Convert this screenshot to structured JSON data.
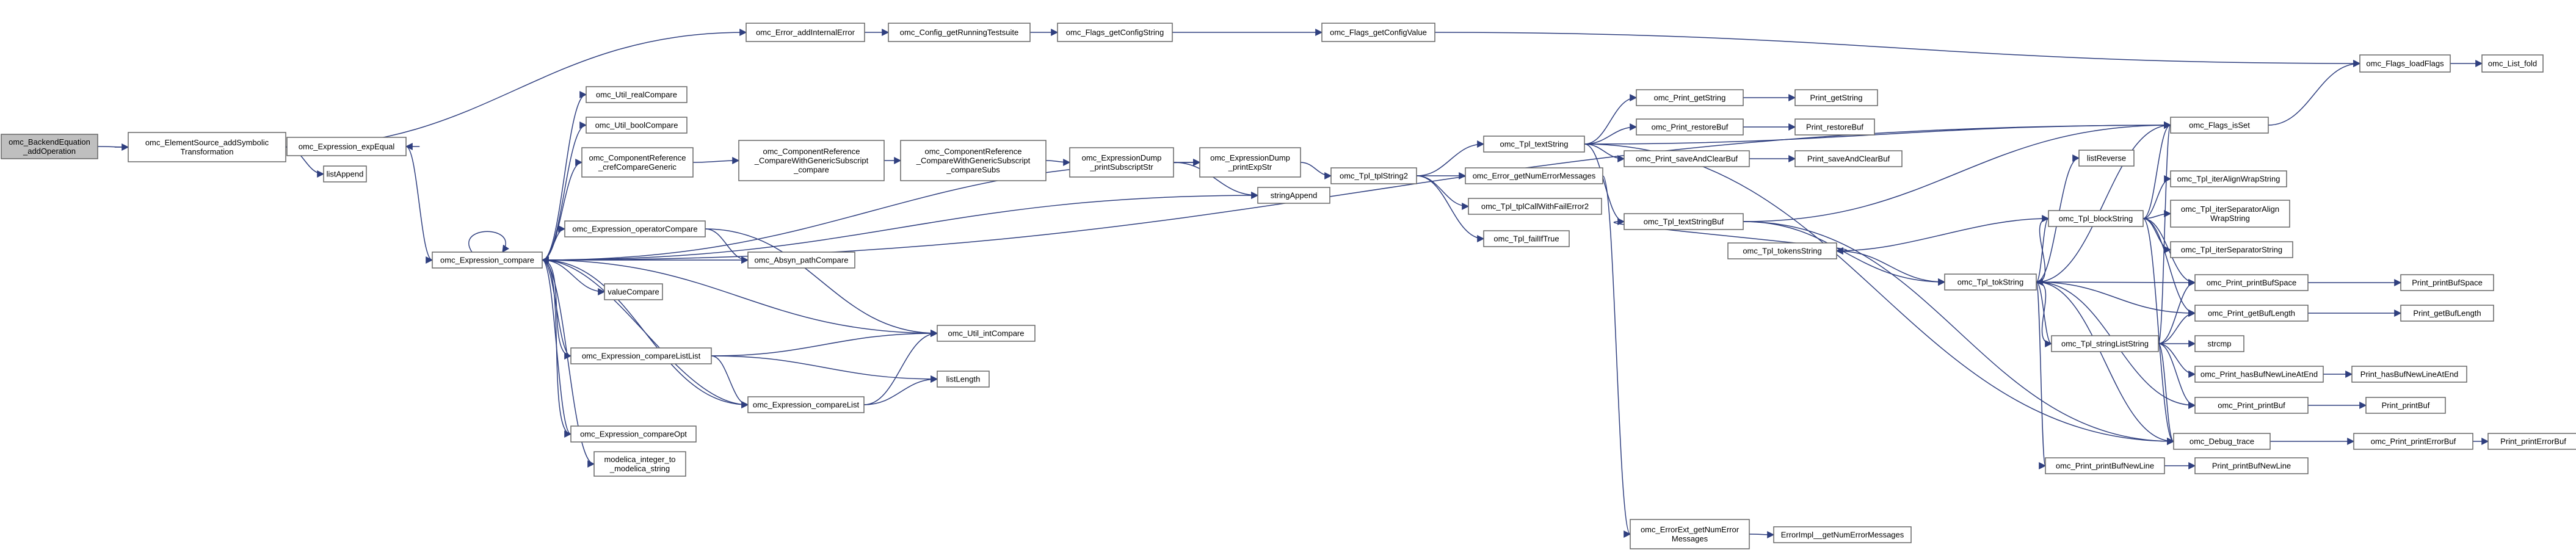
{
  "graph": {
    "nodes": [
      {
        "id": "root",
        "lines": [
          "omc_BackendEquation",
          "_addOperation"
        ],
        "root": true
      },
      {
        "id": "esAdd",
        "lines": [
          "omc_ElementSource_addSymbolic",
          "Transformation"
        ]
      },
      {
        "id": "expEqual",
        "lines": [
          "omc_Expression_expEqual"
        ]
      },
      {
        "id": "listAppend",
        "lines": [
          "listAppend"
        ]
      },
      {
        "id": "expCompare",
        "lines": [
          "omc_Expression_compare"
        ]
      },
      {
        "id": "errAddInternal",
        "lines": [
          "omc_Error_addInternalError"
        ]
      },
      {
        "id": "cfgRunning",
        "lines": [
          "omc_Config_getRunningTestsuite"
        ]
      },
      {
        "id": "flagsGetConfigString",
        "lines": [
          "omc_Flags_getConfigString"
        ]
      },
      {
        "id": "flagsGetConfigValue",
        "lines": [
          "omc_Flags_getConfigValue"
        ]
      },
      {
        "id": "flagsLoad",
        "lines": [
          "omc_Flags_loadFlags"
        ]
      },
      {
        "id": "listFold",
        "lines": [
          "omc_List_fold"
        ]
      },
      {
        "id": "flagsIsSet",
        "lines": [
          "omc_Flags_isSet"
        ]
      },
      {
        "id": "utilReal",
        "lines": [
          "omc_Util_realCompare"
        ]
      },
      {
        "id": "utilBool",
        "lines": [
          "omc_Util_boolCompare"
        ]
      },
      {
        "id": "crefCmp",
        "lines": [
          "omc_ComponentReference",
          "_crefCompareGeneric"
        ]
      },
      {
        "id": "crefCmpSubs",
        "lines": [
          "omc_ComponentReference",
          "_CompareWithGenericSubscript",
          "_compare"
        ]
      },
      {
        "id": "crefCmpSubs2",
        "lines": [
          "omc_ComponentReference",
          "_CompareWithGenericSubscript",
          "_compareSubs"
        ]
      },
      {
        "id": "expDumpSub",
        "lines": [
          "omc_ExpressionDump",
          "_printSubscriptStr"
        ]
      },
      {
        "id": "expDumpExp",
        "lines": [
          "omc_ExpressionDump",
          "_printExpStr"
        ]
      },
      {
        "id": "stringAppend",
        "lines": [
          "stringAppend"
        ]
      },
      {
        "id": "tplString2",
        "lines": [
          "omc_Tpl_tplString2"
        ]
      },
      {
        "id": "tplTextString",
        "lines": [
          "omc_Tpl_textString"
        ]
      },
      {
        "id": "errGetNum",
        "lines": [
          "omc_Error_getNumErrorMessages"
        ]
      },
      {
        "id": "tplCallFail",
        "lines": [
          "omc_Tpl_tplCallWithFailError2"
        ]
      },
      {
        "id": "tplFailIfTrue",
        "lines": [
          "omc_Tpl_failIfTrue"
        ]
      },
      {
        "id": "printGetString",
        "lines": [
          "omc_Print_getString"
        ]
      },
      {
        "id": "PrintGetString",
        "lines": [
          "Print_getString"
        ]
      },
      {
        "id": "printRestore",
        "lines": [
          "omc_Print_restoreBuf"
        ]
      },
      {
        "id": "PrintRestore",
        "lines": [
          "Print_restoreBuf"
        ]
      },
      {
        "id": "printSaveClear",
        "lines": [
          "omc_Print_saveAndClearBuf"
        ]
      },
      {
        "id": "PrintSaveClear",
        "lines": [
          "Print_saveAndClearBuf"
        ]
      },
      {
        "id": "tplTextStringBuf",
        "lines": [
          "omc_Tpl_textStringBuf"
        ]
      },
      {
        "id": "listReverse",
        "lines": [
          "listReverse"
        ]
      },
      {
        "id": "tplTokensString",
        "lines": [
          "omc_Tpl_tokensString"
        ]
      },
      {
        "id": "tplTokString",
        "lines": [
          "omc_Tpl_tokString"
        ]
      },
      {
        "id": "tplBlockString",
        "lines": [
          "omc_Tpl_blockString"
        ]
      },
      {
        "id": "tplIterAlign",
        "lines": [
          "omc_Tpl_iterAlignWrapString"
        ]
      },
      {
        "id": "tplIterSepAlign",
        "lines": [
          "omc_Tpl_iterSeparatorAlign",
          "WrapString"
        ]
      },
      {
        "id": "tplIterSep",
        "lines": [
          "omc_Tpl_iterSeparatorString"
        ]
      },
      {
        "id": "printBufSpace",
        "lines": [
          "omc_Print_printBufSpace"
        ]
      },
      {
        "id": "PrintBufSpace",
        "lines": [
          "Print_printBufSpace"
        ]
      },
      {
        "id": "printGetBufLen",
        "lines": [
          "omc_Print_getBufLength"
        ]
      },
      {
        "id": "PrintGetBufLen",
        "lines": [
          "Print_getBufLength"
        ]
      },
      {
        "id": "tplStrListString",
        "lines": [
          "omc_Tpl_stringListString"
        ]
      },
      {
        "id": "strcmp",
        "lines": [
          "strcmp"
        ]
      },
      {
        "id": "printHasNewLine",
        "lines": [
          "omc_Print_hasBufNewLineAtEnd"
        ]
      },
      {
        "id": "PrintHasNewLine",
        "lines": [
          "Print_hasBufNewLineAtEnd"
        ]
      },
      {
        "id": "printPrintBuf",
        "lines": [
          "omc_Print_printBuf"
        ]
      },
      {
        "id": "PrintPrintBuf",
        "lines": [
          "Print_printBuf"
        ]
      },
      {
        "id": "debugTrace",
        "lines": [
          "omc_Debug_trace"
        ]
      },
      {
        "id": "printPrintErrorBuf",
        "lines": [
          "omc_Print_printErrorBuf"
        ]
      },
      {
        "id": "PrintPrintErrorBuf",
        "lines": [
          "Print_printErrorBuf"
        ]
      },
      {
        "id": "printBufNewLine",
        "lines": [
          "omc_Print_printBufNewLine"
        ]
      },
      {
        "id": "PrintBufNewLine",
        "lines": [
          "Print_printBufNewLine"
        ]
      },
      {
        "id": "errExtGetNum",
        "lines": [
          "omc_ErrorExt_getNumError",
          "Messages"
        ]
      },
      {
        "id": "errImplGetNum",
        "lines": [
          "ErrorImpl__getNumErrorMessages"
        ]
      },
      {
        "id": "expOpCompare",
        "lines": [
          "omc_Expression_operatorCompare"
        ]
      },
      {
        "id": "absynPath",
        "lines": [
          "omc_Absyn_pathCompare"
        ]
      },
      {
        "id": "valueCompare",
        "lines": [
          "valueCompare"
        ]
      },
      {
        "id": "utilInt",
        "lines": [
          "omc_Util_intCompare"
        ]
      },
      {
        "id": "expCmpListList",
        "lines": [
          "omc_Expression_compareListList"
        ]
      },
      {
        "id": "listLength",
        "lines": [
          "listLength"
        ]
      },
      {
        "id": "expCmpList",
        "lines": [
          "omc_Expression_compareList"
        ]
      },
      {
        "id": "expCmpOpt",
        "lines": [
          "omc_Expression_compareOpt"
        ]
      },
      {
        "id": "modelicaInt",
        "lines": [
          "modelica_integer_to",
          "_modelica_string"
        ]
      }
    ],
    "edges": [
      [
        "root",
        "esAdd"
      ],
      [
        "esAdd",
        "expEqual"
      ],
      [
        "esAdd",
        "listAppend"
      ],
      [
        "esAdd",
        "errAddInternal"
      ],
      [
        "expEqual",
        "expCompare"
      ],
      [
        "expCompare",
        "expCompare"
      ],
      [
        "expCompare",
        "utilReal"
      ],
      [
        "expCompare",
        "utilBool"
      ],
      [
        "expCompare",
        "crefCmp"
      ],
      [
        "expCompare",
        "expDumpExp"
      ],
      [
        "expCompare",
        "stringAppend"
      ],
      [
        "expCompare",
        "expOpCompare"
      ],
      [
        "expCompare",
        "absynPath"
      ],
      [
        "expCompare",
        "valueCompare"
      ],
      [
        "expCompare",
        "utilInt"
      ],
      [
        "expCompare",
        "expCmpListList"
      ],
      [
        "expCompare",
        "expCmpList"
      ],
      [
        "expCompare",
        "expCmpOpt"
      ],
      [
        "expCompare",
        "modelicaInt"
      ],
      [
        "expCompare",
        "flagsIsSet"
      ],
      [
        "errAddInternal",
        "cfgRunning"
      ],
      [
        "cfgRunning",
        "flagsGetConfigString"
      ],
      [
        "flagsGetConfigString",
        "flagsGetConfigValue"
      ],
      [
        "flagsGetConfigValue",
        "flagsLoad"
      ],
      [
        "flagsLoad",
        "listFold"
      ],
      [
        "flagsIsSet",
        "flagsLoad"
      ],
      [
        "crefCmp",
        "crefCmpSubs"
      ],
      [
        "crefCmpSubs",
        "crefCmpSubs2"
      ],
      [
        "crefCmpSubs2",
        "expDumpSub"
      ],
      [
        "expDumpSub",
        "expDumpExp"
      ],
      [
        "expDumpSub",
        "stringAppend"
      ],
      [
        "expDumpExp",
        "tplString2"
      ],
      [
        "tplString2",
        "tplTextString"
      ],
      [
        "tplString2",
        "errGetNum"
      ],
      [
        "tplString2",
        "tplCallFail"
      ],
      [
        "tplString2",
        "tplFailIfTrue"
      ],
      [
        "tplTextString",
        "printGetString"
      ],
      [
        "tplTextString",
        "printRestore"
      ],
      [
        "tplTextString",
        "printSaveClear"
      ],
      [
        "tplTextString",
        "tplTextStringBuf"
      ],
      [
        "tplTextString",
        "flagsIsSet"
      ],
      [
        "tplTextString",
        "debugTrace"
      ],
      [
        "printGetString",
        "PrintGetString"
      ],
      [
        "printRestore",
        "PrintRestore"
      ],
      [
        "printSaveClear",
        "PrintSaveClear"
      ],
      [
        "errGetNum",
        "errExtGetNum"
      ],
      [
        "errExtGetNum",
        "errImplGetNum"
      ],
      [
        "tplTextStringBuf",
        "tplTokensString"
      ],
      [
        "tplTextStringBuf",
        "flagsIsSet"
      ],
      [
        "tplTextStringBuf",
        "tplTokString"
      ],
      [
        "tplTextStringBuf",
        "debugTrace"
      ],
      [
        "tplTokensString",
        "tplTokString"
      ],
      [
        "tplTokString",
        "listReverse"
      ],
      [
        "tplTokString",
        "tplBlockString"
      ],
      [
        "tplTokString",
        "flagsIsSet"
      ],
      [
        "tplTokString",
        "tplStrListString"
      ],
      [
        "tplTokString",
        "printBufSpace"
      ],
      [
        "tplTokString",
        "printGetBufLen"
      ],
      [
        "tplTokString",
        "printPrintBuf"
      ],
      [
        "tplTokString",
        "debugTrace"
      ],
      [
        "tplTokString",
        "printBufNewLine"
      ],
      [
        "tplBlockString",
        "tplIterAlign"
      ],
      [
        "tplBlockString",
        "tplIterSepAlign"
      ],
      [
        "tplBlockString",
        "tplIterSep"
      ],
      [
        "tplBlockString",
        "tplTokString"
      ],
      [
        "tplBlockString",
        "printBufSpace"
      ],
      [
        "tplBlockString",
        "printGetBufLen"
      ],
      [
        "tplBlockString",
        "flagsIsSet"
      ],
      [
        "tplBlockString",
        "tplTokensString"
      ],
      [
        "tplBlockString",
        "debugTrace"
      ],
      [
        "tplStrListString",
        "printBufSpace"
      ],
      [
        "tplStrListString",
        "printGetBufLen"
      ],
      [
        "tplStrListString",
        "strcmp"
      ],
      [
        "tplStrListString",
        "printHasNewLine"
      ],
      [
        "tplStrListString",
        "printPrintBuf"
      ],
      [
        "tplStrListString",
        "debugTrace"
      ],
      [
        "tplStrListString",
        "flagsIsSet"
      ],
      [
        "tplStrListString",
        "tplTokString"
      ],
      [
        "printBufSpace",
        "PrintBufSpace"
      ],
      [
        "printGetBufLen",
        "PrintGetBufLen"
      ],
      [
        "printHasNewLine",
        "PrintHasNewLine"
      ],
      [
        "printPrintBuf",
        "PrintPrintBuf"
      ],
      [
        "debugTrace",
        "printPrintErrorBuf"
      ],
      [
        "printPrintErrorBuf",
        "PrintPrintErrorBuf"
      ],
      [
        "printBufNewLine",
        "PrintBufNewLine"
      ],
      [
        "expOpCompare",
        "absynPath"
      ],
      [
        "expOpCompare",
        "utilInt"
      ],
      [
        "expCmpListList",
        "utilInt"
      ],
      [
        "expCmpListList",
        "listLength"
      ],
      [
        "expCmpListList",
        "expCmpList"
      ],
      [
        "expCmpList",
        "utilInt"
      ],
      [
        "expCmpList",
        "listLength"
      ],
      [
        "expCmpList",
        "expCompare"
      ],
      [
        "expCmpListList",
        "expCompare"
      ],
      [
        "expCmpOpt",
        "expCompare"
      ]
    ]
  }
}
